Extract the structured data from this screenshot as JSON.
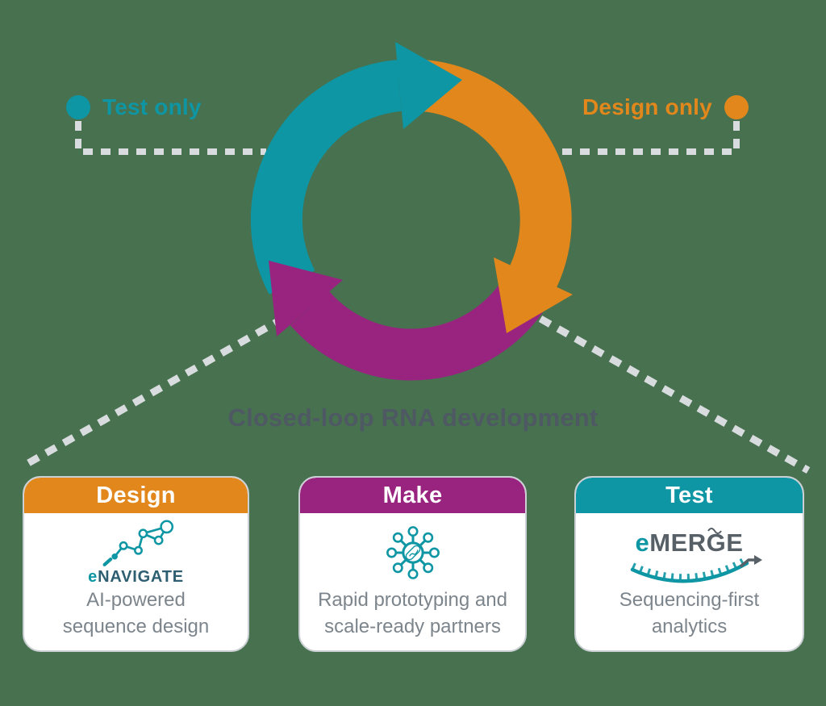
{
  "title": "Closed-loop RNA development",
  "callouts": {
    "test_only": "Test only",
    "design_only": "Design only"
  },
  "colors": {
    "teal": "#0E96A4",
    "orange": "#E1871C",
    "purple": "#992480",
    "slate": "#4E5963",
    "textgray": "#7D858C",
    "dash": "#D9DCDF",
    "bg": "#47714F",
    "border": "#CBD0D5",
    "navdark": "#2D5E71",
    "mergedark": "#575F67"
  },
  "cycle": {
    "segments": [
      {
        "name": "test-segment",
        "color": "#0E96A4"
      },
      {
        "name": "design-segment",
        "color": "#E1871C"
      },
      {
        "name": "make-segment",
        "color": "#992480"
      }
    ]
  },
  "cards": [
    {
      "id": "design",
      "header": "Design",
      "logo_prefix": "e",
      "logo_rest": "NAVIGATE",
      "icon": "network-constellation-icon",
      "description_lines": [
        "AI-powered",
        "sequence design"
      ]
    },
    {
      "id": "make",
      "header": "Make",
      "icon": "molecule-icon",
      "description_lines": [
        "Rapid prototyping and",
        "scale-ready partners"
      ]
    },
    {
      "id": "test",
      "header": "Test",
      "logo_prefix": "e",
      "logo_rest": "MERGE",
      "icon": "sequencing-arc-icon",
      "description_lines": [
        "Sequencing-first",
        "analytics"
      ]
    }
  ]
}
